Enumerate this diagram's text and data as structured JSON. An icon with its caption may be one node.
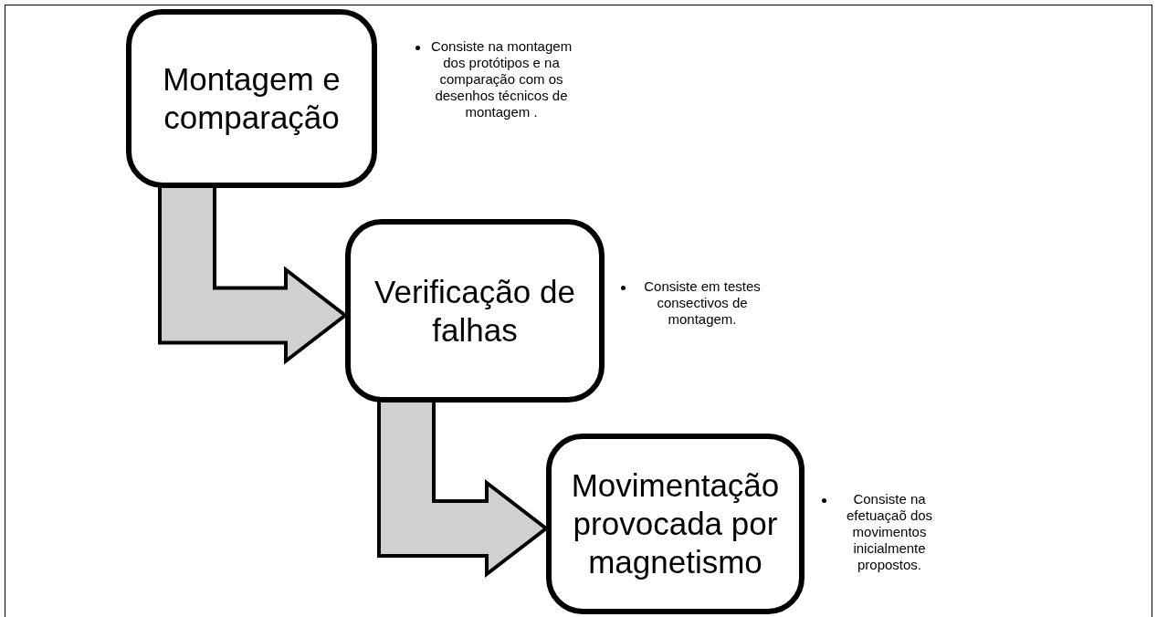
{
  "diagram": {
    "nodes": [
      {
        "text": [
          "Montagem e comparação"
        ],
        "beside": [
          "Consiste na montagem dos protótipos e na comparação com os desenhos técnicos de montagem ."
        ]
      },
      {
        "text": [
          "Verificação de falhas"
        ],
        "beside": [
          "Consiste em testes consectivos de montagem."
        ]
      },
      {
        "text": [
          "Movimentação provocada por magnetismo"
        ],
        "beside": [
          "Consiste na efetuaçaõ dos movimentos inicialmente propostos."
        ]
      }
    ],
    "edges": [
      {
        "from": 0,
        "to": 1,
        "arrow": "to"
      },
      {
        "from": 1,
        "to": 2,
        "arrow": "to"
      }
    ]
  }
}
